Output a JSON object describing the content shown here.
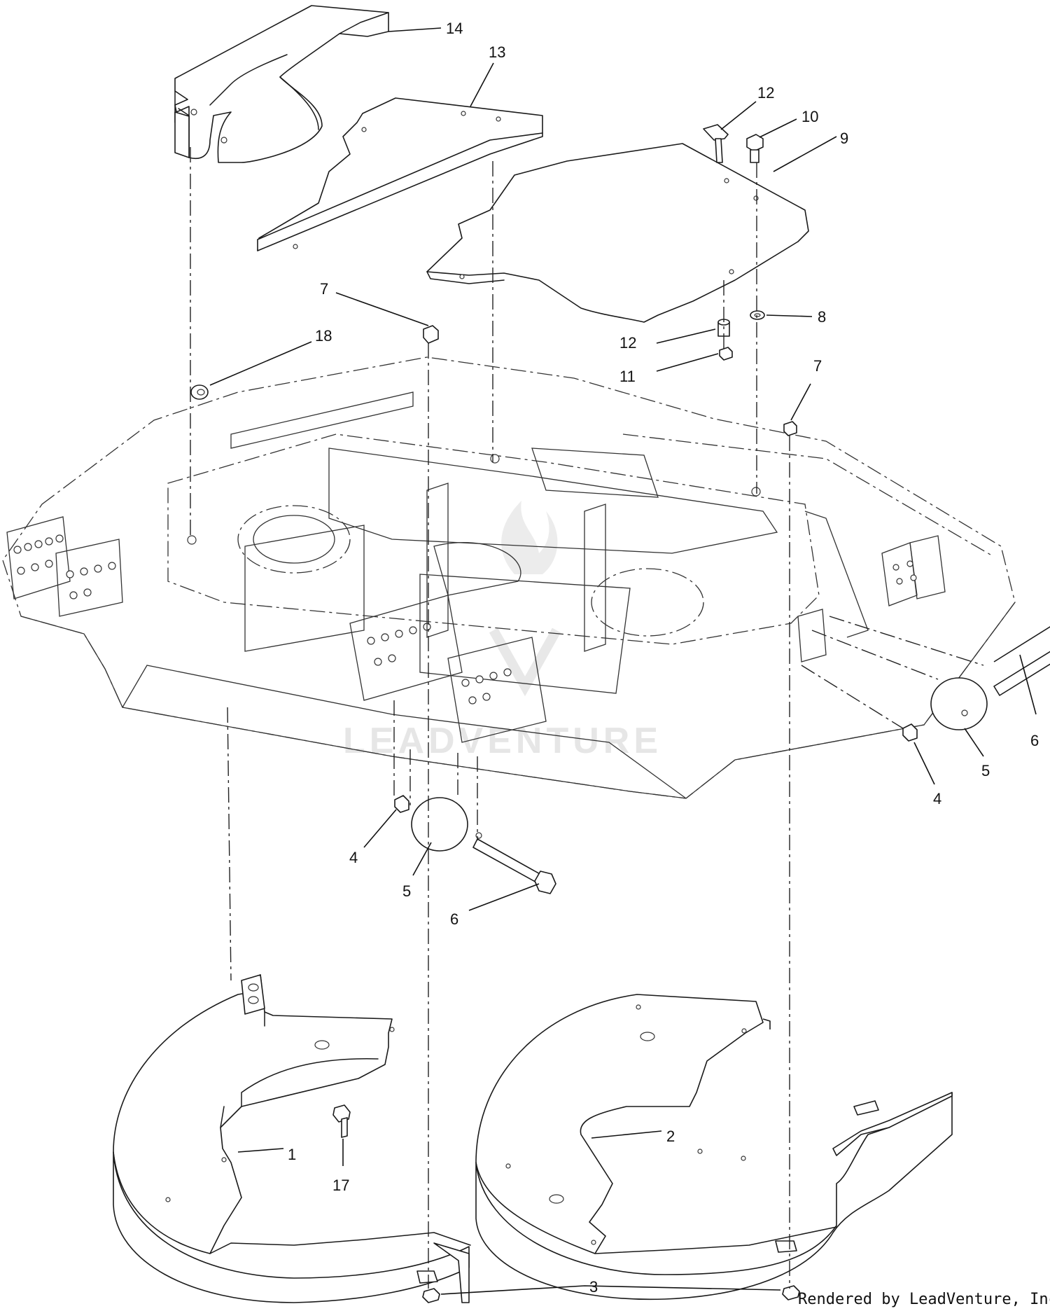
{
  "callouts": [
    {
      "id": "callout-14",
      "label": "14"
    },
    {
      "id": "callout-13",
      "label": "13"
    },
    {
      "id": "callout-12-top",
      "label": "12"
    },
    {
      "id": "callout-10",
      "label": "10"
    },
    {
      "id": "callout-9",
      "label": "9"
    },
    {
      "id": "callout-7-left",
      "label": "7"
    },
    {
      "id": "callout-18",
      "label": "18"
    },
    {
      "id": "callout-8",
      "label": "8"
    },
    {
      "id": "callout-12-mid",
      "label": "12"
    },
    {
      "id": "callout-11",
      "label": "11"
    },
    {
      "id": "callout-7-right",
      "label": "7"
    },
    {
      "id": "callout-6-right",
      "label": "6"
    },
    {
      "id": "callout-5-right",
      "label": "5"
    },
    {
      "id": "callout-4-right",
      "label": "4"
    },
    {
      "id": "callout-4-left",
      "label": "4"
    },
    {
      "id": "callout-5-left",
      "label": "5"
    },
    {
      "id": "callout-6-left",
      "label": "6"
    },
    {
      "id": "callout-2",
      "label": "2"
    },
    {
      "id": "callout-1",
      "label": "1"
    },
    {
      "id": "callout-17",
      "label": "17"
    },
    {
      "id": "callout-3",
      "label": "3"
    }
  ],
  "watermark": {
    "text": "LEADVENTURE"
  },
  "credit": {
    "text": "Rendered by LeadVenture, Inc."
  }
}
